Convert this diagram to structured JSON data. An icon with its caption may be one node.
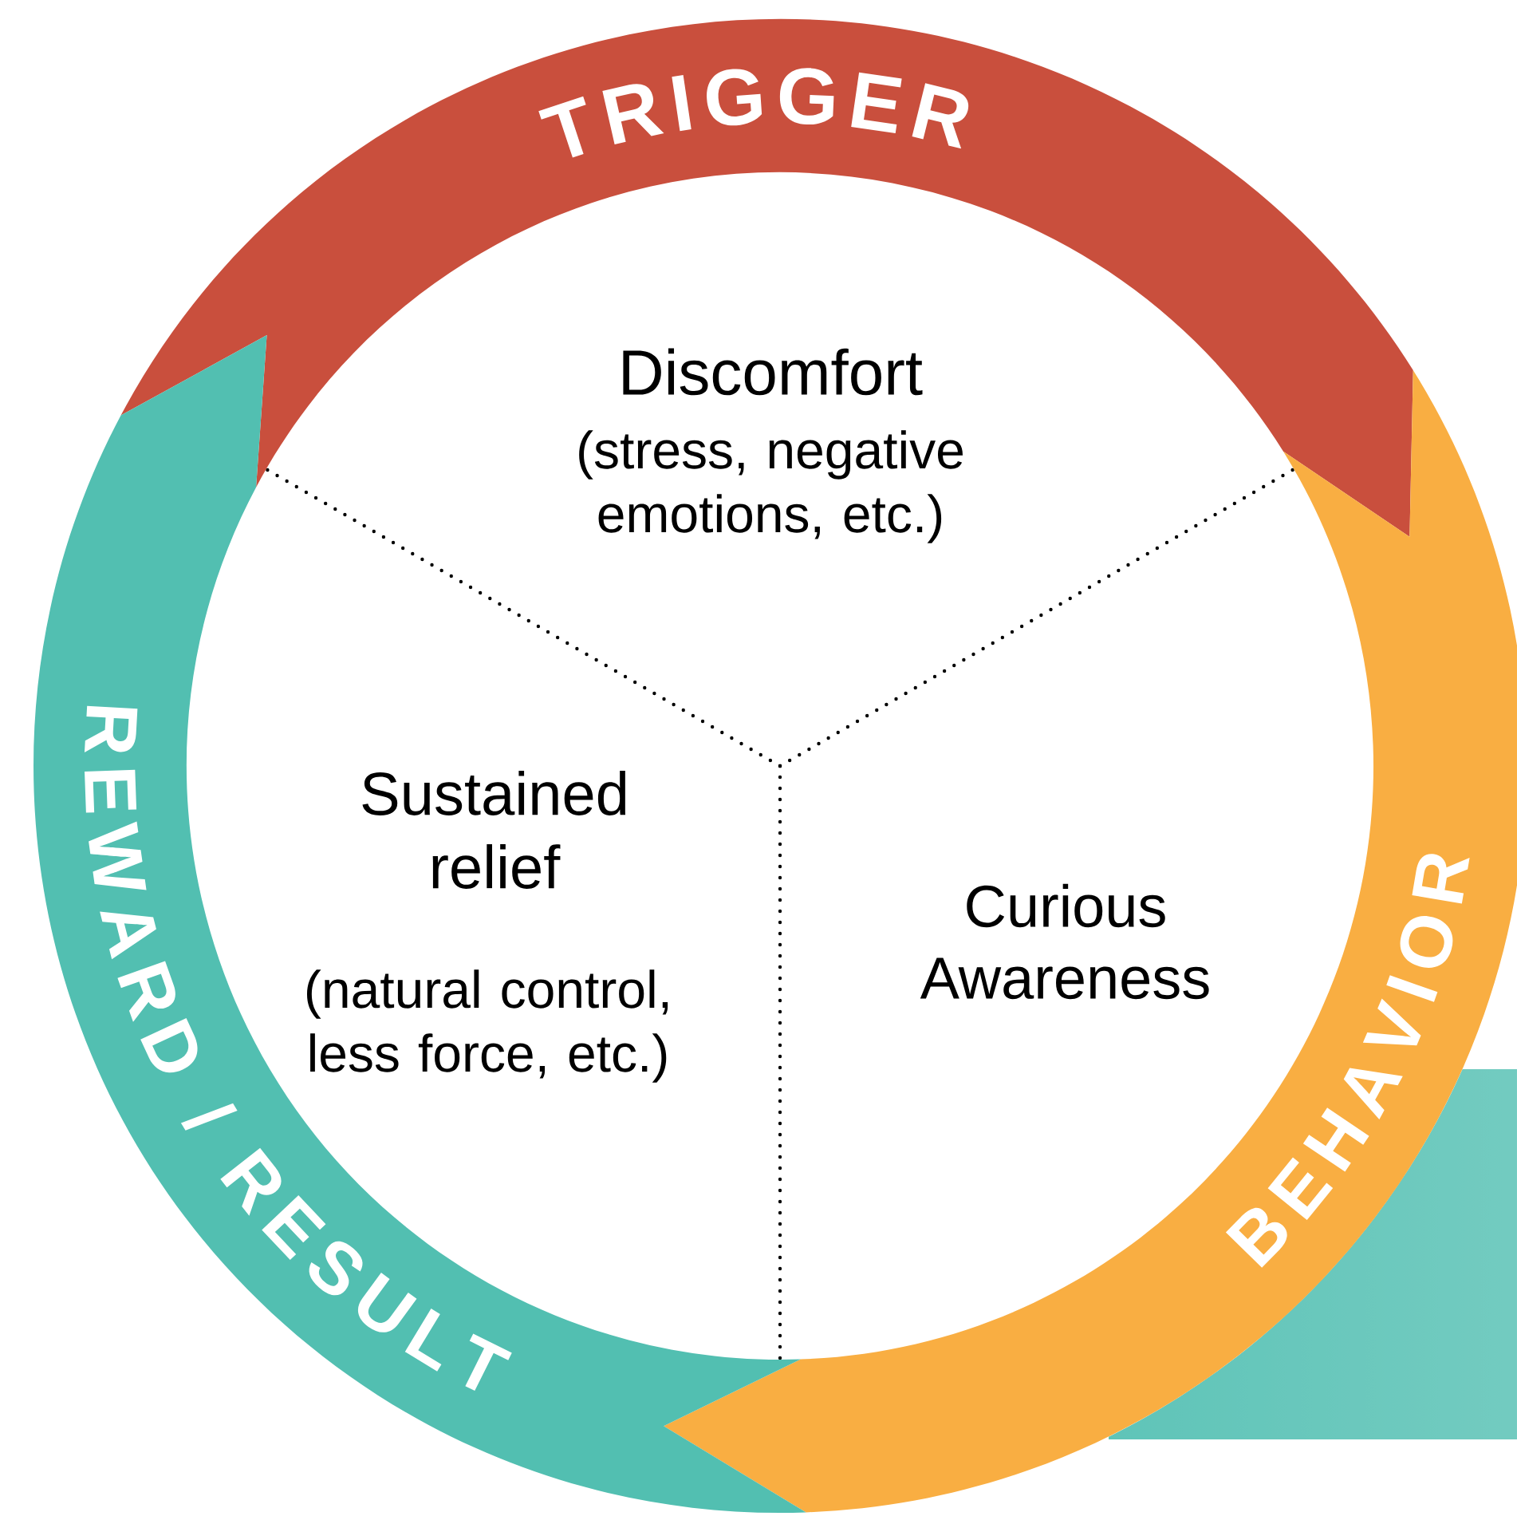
{
  "diagram": {
    "nodes": [
      {
        "text": [
          "TRIGGER"
        ]
      },
      {
        "text": [
          "BEHAVIOR"
        ]
      },
      {
        "text": [
          "REWARD / RESULT"
        ]
      }
    ],
    "labels": [
      "Discomfort",
      "(stress, negative emotions, etc.)",
      "Sustained relief",
      "(natural control, less force, etc.)",
      "Curious Awareness"
    ]
  }
}
